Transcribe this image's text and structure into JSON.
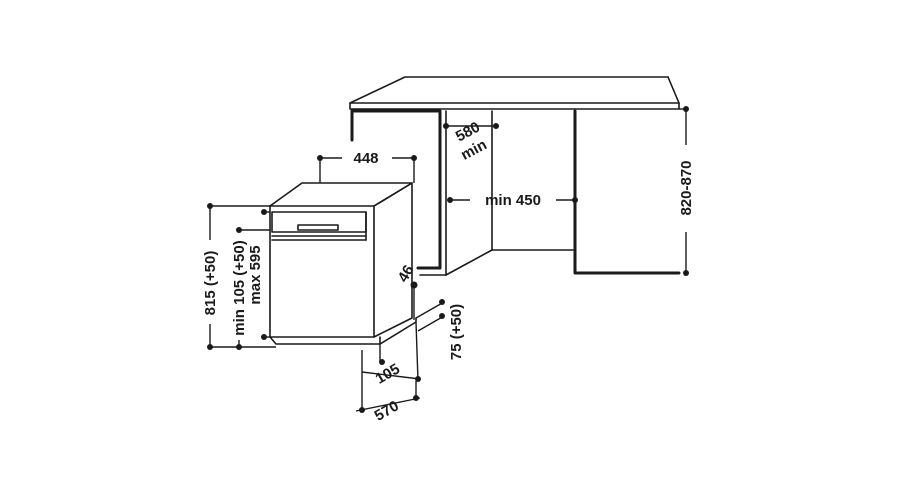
{
  "dimensions": {
    "width_448": "448",
    "depth_580": "580",
    "min_580": "min",
    "min_450": "min 450",
    "height_820_870": "820-870",
    "h_815": "815 (+50)",
    "h_min105": "min 105 (+50)",
    "h_max595": "max 595",
    "d_46": "46",
    "h_75": "75 (+50)",
    "d_105": "105",
    "d_570": "570"
  }
}
